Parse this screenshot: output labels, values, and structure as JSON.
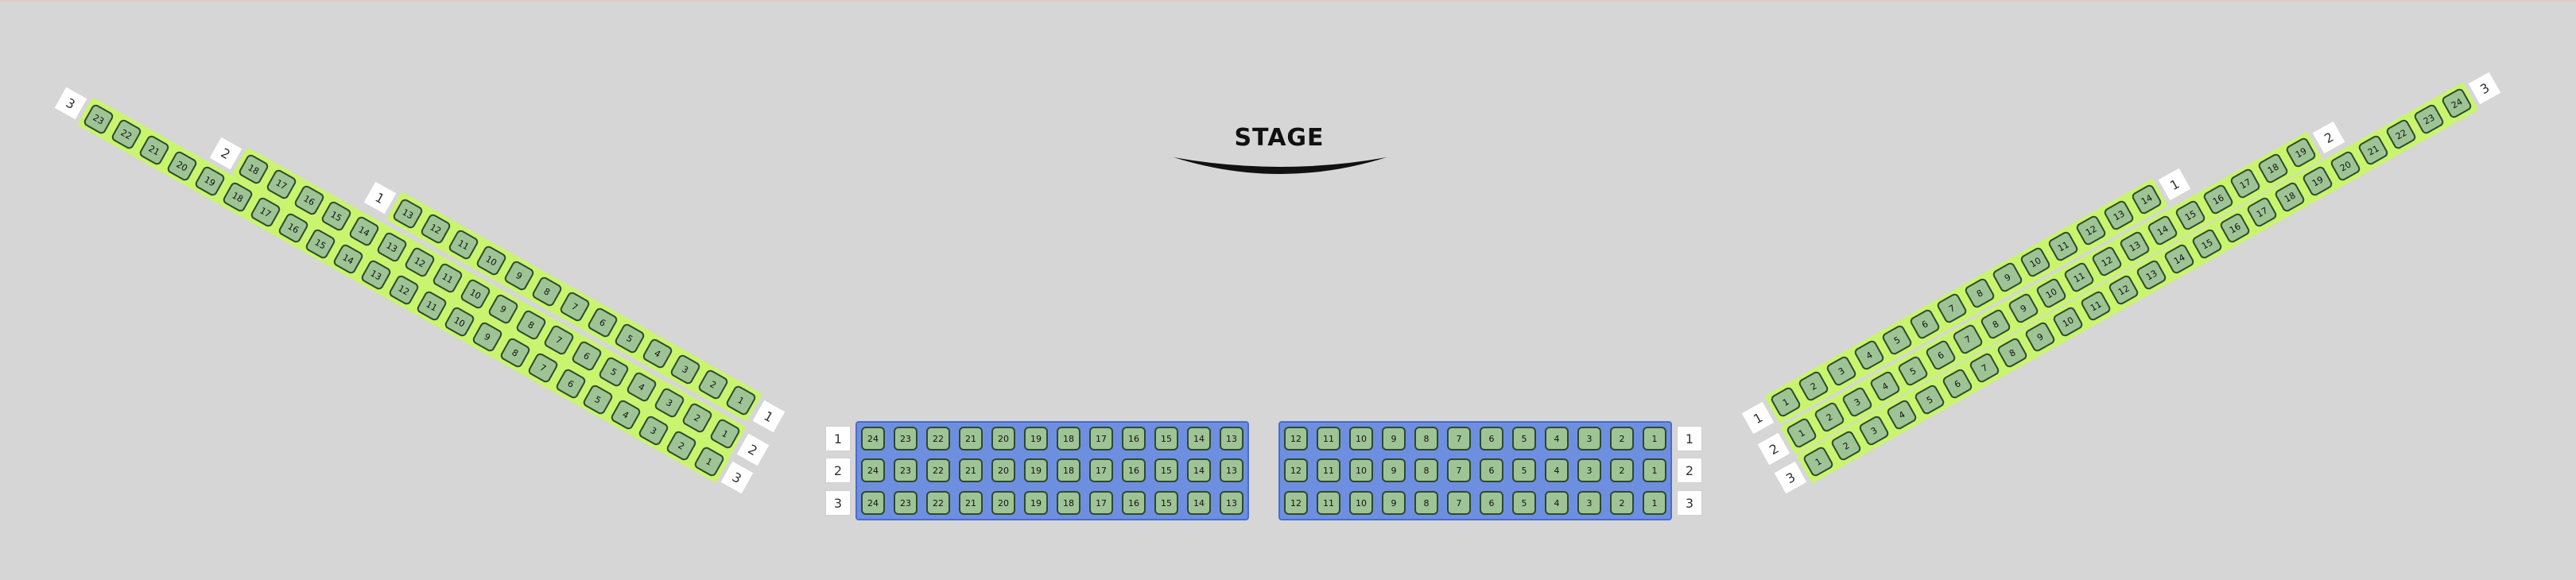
{
  "stage": {
    "label": "STAGE"
  },
  "colors": {
    "background": "#d6d6d6",
    "seat_fill": "#9ec495",
    "seat_border": "#2e4a2e",
    "side_section_fill": "#c9f56e",
    "center_section_fill": "#6e8fe0",
    "row_label_fill": "#ffffff"
  },
  "sections": {
    "left_wing": {
      "rows": [
        {
          "label": "1",
          "seats": [
            "1",
            "2",
            "3",
            "4",
            "5",
            "6",
            "7",
            "8",
            "9",
            "10",
            "11",
            "12",
            "13"
          ]
        },
        {
          "label": "2",
          "seats": [
            "1",
            "2",
            "3",
            "4",
            "5",
            "6",
            "7",
            "8",
            "9",
            "10",
            "11",
            "12",
            "13",
            "14",
            "15",
            "16",
            "17",
            "18"
          ]
        },
        {
          "label": "3",
          "seats": [
            "1",
            "2",
            "3",
            "4",
            "5",
            "6",
            "7",
            "8",
            "9",
            "10",
            "11",
            "12",
            "13",
            "14",
            "15",
            "16",
            "17",
            "18",
            "19",
            "20",
            "21",
            "22",
            "23"
          ]
        }
      ]
    },
    "center_left": {
      "rows": [
        {
          "label": "1",
          "seats": [
            "24",
            "23",
            "22",
            "21",
            "20",
            "19",
            "18",
            "17",
            "16",
            "15",
            "14",
            "13"
          ]
        },
        {
          "label": "2",
          "seats": [
            "24",
            "23",
            "22",
            "21",
            "20",
            "19",
            "18",
            "17",
            "16",
            "15",
            "14",
            "13"
          ]
        },
        {
          "label": "3",
          "seats": [
            "24",
            "23",
            "22",
            "21",
            "20",
            "19",
            "18",
            "17",
            "16",
            "15",
            "14",
            "13"
          ]
        }
      ]
    },
    "center_right": {
      "rows": [
        {
          "label": "1",
          "seats": [
            "12",
            "11",
            "10",
            "9",
            "8",
            "7",
            "6",
            "5",
            "4",
            "3",
            "2",
            "1"
          ]
        },
        {
          "label": "2",
          "seats": [
            "12",
            "11",
            "10",
            "9",
            "8",
            "7",
            "6",
            "5",
            "4",
            "3",
            "2",
            "1"
          ]
        },
        {
          "label": "3",
          "seats": [
            "12",
            "11",
            "10",
            "9",
            "8",
            "7",
            "6",
            "5",
            "4",
            "3",
            "2",
            "1"
          ]
        }
      ]
    },
    "right_wing": {
      "rows": [
        {
          "label": "1",
          "seats": [
            "1",
            "2",
            "3",
            "4",
            "5",
            "6",
            "7",
            "8",
            "9",
            "10",
            "11",
            "12",
            "13",
            "14"
          ]
        },
        {
          "label": "2",
          "seats": [
            "1",
            "2",
            "3",
            "4",
            "5",
            "6",
            "7",
            "8",
            "9",
            "10",
            "11",
            "12",
            "13",
            "14",
            "15",
            "16",
            "17",
            "18",
            "19"
          ]
        },
        {
          "label": "3",
          "seats": [
            "1",
            "2",
            "3",
            "4",
            "5",
            "6",
            "7",
            "8",
            "9",
            "10",
            "11",
            "12",
            "13",
            "14",
            "15",
            "16",
            "17",
            "18",
            "19",
            "20",
            "21",
            "22",
            "23",
            "24"
          ]
        }
      ]
    }
  }
}
